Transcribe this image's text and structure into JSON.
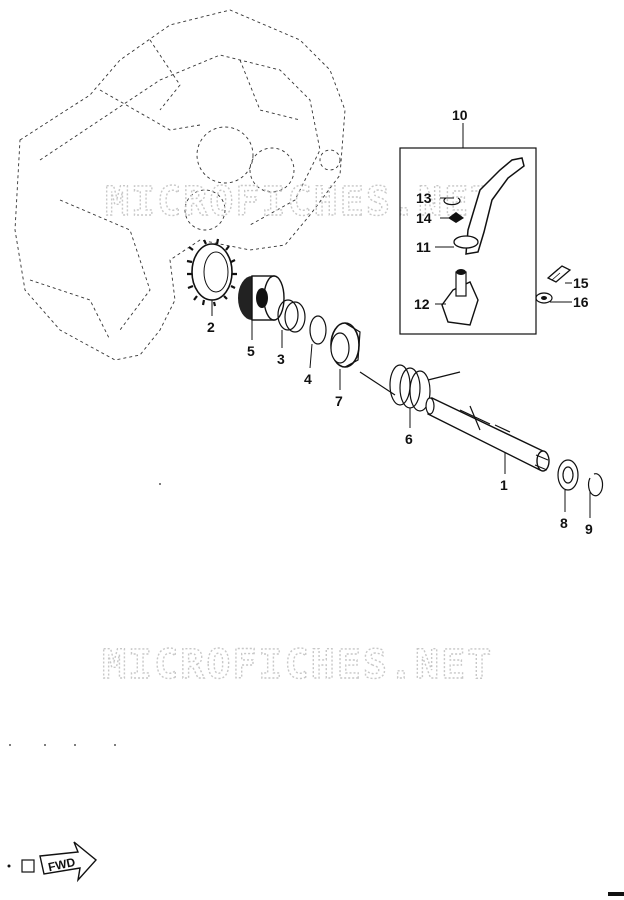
{
  "watermark": {
    "text": "MICROFICHES.NET"
  },
  "callouts": [
    {
      "id": "c1",
      "text": "1"
    },
    {
      "id": "c2",
      "text": "2"
    },
    {
      "id": "c3",
      "text": "3"
    },
    {
      "id": "c4",
      "text": "4"
    },
    {
      "id": "c5",
      "text": "5"
    },
    {
      "id": "c6",
      "text": "6"
    },
    {
      "id": "c7",
      "text": "7"
    },
    {
      "id": "c8",
      "text": "8"
    },
    {
      "id": "c9",
      "text": "9"
    },
    {
      "id": "c10",
      "text": "10"
    },
    {
      "id": "c11",
      "text": "11"
    },
    {
      "id": "c12",
      "text": "12"
    },
    {
      "id": "c13",
      "text": "13"
    },
    {
      "id": "c14",
      "text": "14"
    },
    {
      "id": "c15",
      "text": "15"
    },
    {
      "id": "c16",
      "text": "16"
    }
  ],
  "fwd_badge": {
    "text": "FWD"
  },
  "icons": [
    "engine-crankcase-outline",
    "kickstarter-arm",
    "fwd-arrow-icon"
  ]
}
